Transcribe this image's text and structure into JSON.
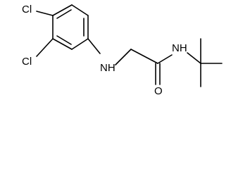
{
  "structure": {
    "atoms": {
      "cl_top": "Cl",
      "cl_bottom": "Cl",
      "nh_amine": "NH",
      "nh_amide": "NH",
      "oxygen": "O"
    }
  }
}
